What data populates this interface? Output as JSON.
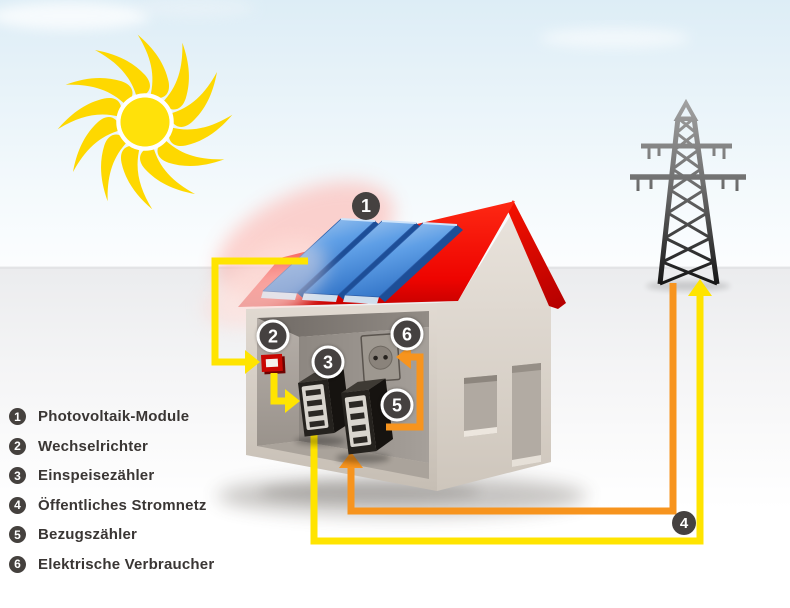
{
  "legend": {
    "items": [
      {
        "number": "1",
        "label": "Photovoltaik-Module"
      },
      {
        "number": "2",
        "label": "Wechselrichter"
      },
      {
        "number": "3",
        "label": "Einspeisezähler"
      },
      {
        "number": "4",
        "label": "Öffentliches Stromnetz"
      },
      {
        "number": "5",
        "label": "Bezugszähler"
      },
      {
        "number": "6",
        "label": "Elektrische Verbraucher"
      }
    ]
  },
  "colors": {
    "wire_yellow": "#ffe400",
    "wire_orange": "#f7941e",
    "roof_red": "#ee0400",
    "panel_blue": "#4a96e0",
    "sun_yellow": "#ffdf00",
    "marker_background": "#454140",
    "legend_text": "#3a3634",
    "wall_beige": "#dcd5cc",
    "interior_gray": "#8f8984",
    "sky_blue": "#e3f1f9"
  },
  "icons": {
    "sun": "sun-icon",
    "power_pylon": "power-pylon-icon",
    "house": "house-icon",
    "solar_panel": "solar-panel-icon",
    "inverter": "inverter-icon",
    "electricity_meter": "meter-icon",
    "socket": "power-socket-icon",
    "flow_arrow": "arrow-icon"
  }
}
